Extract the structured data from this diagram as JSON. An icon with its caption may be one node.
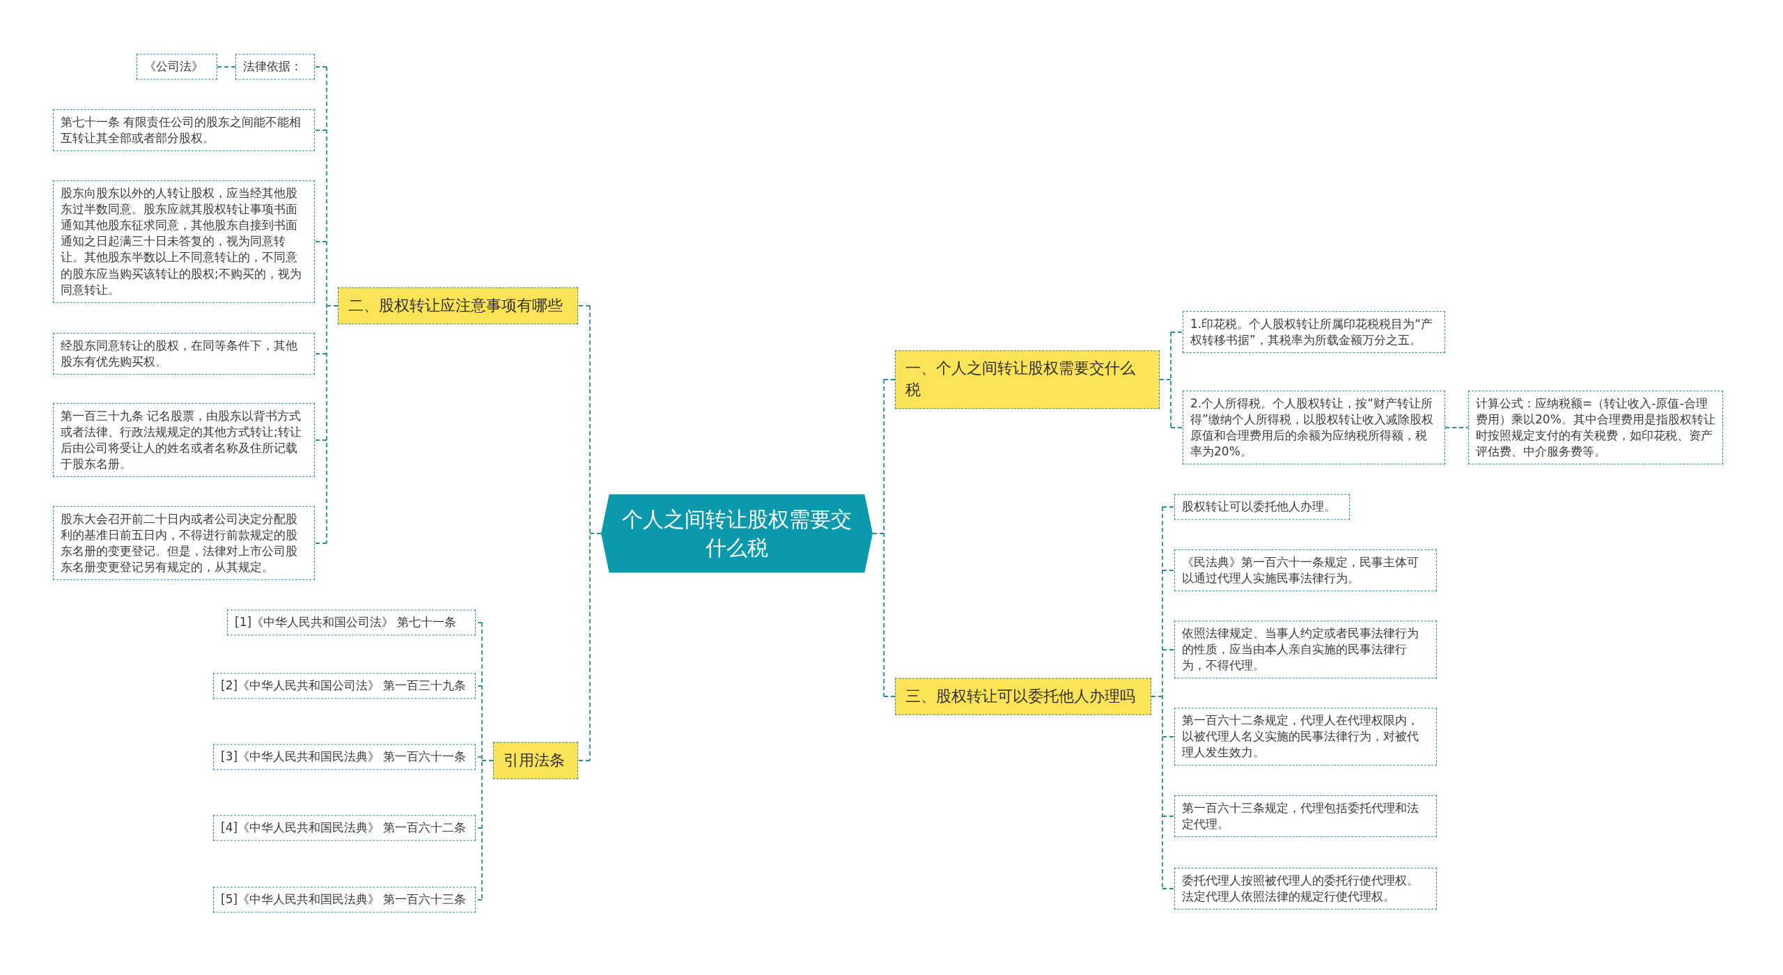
{
  "diagram": {
    "nodes": [
      {
        "text": [
          "个人之间转让股权需要交什么税"
        ]
      },
      {
        "text": [
          "一、个人之间转让股权需要交什么税"
        ]
      },
      {
        "text": [
          "1.印花税。个人股权转让所属印花税税目为“产权转移书据”，其税率为所载金额万分之五。"
        ]
      },
      {
        "text": [
          "2.个人所得税。个人股权转让，按“财产转让所得”缴纳个人所得税，以股权转让收入减除股权原值和合理费用后的余额为应纳税所得额，税率为20%。"
        ]
      },
      {
        "text": [
          "计算公式：应纳税额=（转让收入-原值-合理费用）乘以20%。其中合理费用是指股权转让时按照规定支付的有关税费，如印花税、资产评估费、中介服务费等。"
        ]
      },
      {
        "text": [
          "三、股权转让可以委托他人办理吗"
        ]
      },
      {
        "text": [
          "股权转让可以委托他人办理。"
        ]
      },
      {
        "text": [
          "《民法典》第一百六十一条规定，民事主体可以通过代理人实施民事法律行为。"
        ]
      },
      {
        "text": [
          "依照法律规定、当事人约定或者民事法律行为的性质，应当由本人亲自实施的民事法律行为，不得代理。"
        ]
      },
      {
        "text": [
          "第一百六十二条规定，代理人在代理权限内，以被代理人名义实施的民事法律行为，对被代理人发生效力。"
        ]
      },
      {
        "text": [
          "第一百六十三条规定，代理包括委托代理和法定代理。"
        ]
      },
      {
        "text": [
          "委托代理人按照被代理人的委托行使代理权。法定代理人依照法律的规定行使代理权。"
        ]
      },
      {
        "text": [
          "二、股权转让应注意事项有哪些"
        ]
      },
      {
        "text": [
          "法律依据："
        ]
      },
      {
        "text": [
          "《公司法》"
        ]
      },
      {
        "text": [
          "第七十一条 有限责任公司的股东之间能不能相互转让其全部或者部分股权。"
        ]
      },
      {
        "text": [
          "股东向股东以外的人转让股权，应当经其他股东过半数同意。股东应就其股权转让事项书面通知其他股东征求同意，其他股东自接到书面通知之日起满三十日未答复的，视为同意转让。其他股东半数以上不同意转让的，不同意的股东应当购买该转让的股权;不购买的，视为同意转让。"
        ]
      },
      {
        "text": [
          "经股东同意转让的股权，在同等条件下，其他股东有优先购买权。"
        ]
      },
      {
        "text": [
          "第一百三十九条 记名股票，由股东以背书方式或者法律、行政法规规定的其他方式转让;转让后由公司将受让人的姓名或者名称及住所记载于股东名册。"
        ]
      },
      {
        "text": [
          "股东大会召开前二十日内或者公司决定分配股利的基准日前五日内，不得进行前款规定的股东名册的变更登记。但是，法律对上市公司股东名册变更登记另有规定的，从其规定。"
        ]
      },
      {
        "text": [
          "引用法条"
        ]
      },
      {
        "text": [
          "[1]《中华人民共和国公司法》 第七十一条"
        ]
      },
      {
        "text": [
          "[2]《中华人民共和国公司法》 第一百三十九条"
        ]
      },
      {
        "text": [
          "[3]《中华人民共和国民法典》 第一百六十一条"
        ]
      },
      {
        "text": [
          "[4]《中华人民共和国民法典》 第一百六十二条"
        ]
      },
      {
        "text": [
          "[5]《中华人民共和国民法典》 第一百六十三条"
        ]
      }
    ],
    "edges": [
      {
        "from": 0,
        "to": 1,
        "arrow": "none",
        "style": "dashed"
      },
      {
        "from": 1,
        "to": 2,
        "arrow": "none",
        "style": "dashed"
      },
      {
        "from": 1,
        "to": 3,
        "arrow": "none",
        "style": "dashed"
      },
      {
        "from": 3,
        "to": 4,
        "arrow": "none",
        "style": "dashed"
      },
      {
        "from": 0,
        "to": 5,
        "arrow": "none",
        "style": "dashed"
      },
      {
        "from": 5,
        "to": 6,
        "arrow": "none",
        "style": "dashed"
      },
      {
        "from": 5,
        "to": 7,
        "arrow": "none",
        "style": "dashed"
      },
      {
        "from": 5,
        "to": 8,
        "arrow": "none",
        "style": "dashed"
      },
      {
        "from": 5,
        "to": 9,
        "arrow": "none",
        "style": "dashed"
      },
      {
        "from": 5,
        "to": 10,
        "arrow": "none",
        "style": "dashed"
      },
      {
        "from": 5,
        "to": 11,
        "arrow": "none",
        "style": "dashed"
      },
      {
        "from": 0,
        "to": 12,
        "arrow": "none",
        "style": "dashed"
      },
      {
        "from": 12,
        "to": 13,
        "arrow": "none",
        "style": "dashed"
      },
      {
        "from": 13,
        "to": 14,
        "arrow": "none",
        "style": "dashed"
      },
      {
        "from": 12,
        "to": 15,
        "arrow": "none",
        "style": "dashed"
      },
      {
        "from": 12,
        "to": 16,
        "arrow": "none",
        "style": "dashed"
      },
      {
        "from": 12,
        "to": 17,
        "arrow": "none",
        "style": "dashed"
      },
      {
        "from": 12,
        "to": 18,
        "arrow": "none",
        "style": "dashed"
      },
      {
        "from": 12,
        "to": 19,
        "arrow": "none",
        "style": "dashed"
      },
      {
        "from": 0,
        "to": 20,
        "arrow": "none",
        "style": "dashed"
      },
      {
        "from": 20,
        "to": 21,
        "arrow": "none",
        "style": "dashed"
      },
      {
        "from": 20,
        "to": 22,
        "arrow": "none",
        "style": "dashed"
      },
      {
        "from": 20,
        "to": 23,
        "arrow": "none",
        "style": "dashed"
      },
      {
        "from": 20,
        "to": 24,
        "arrow": "none",
        "style": "dashed"
      },
      {
        "from": 20,
        "to": 25,
        "arrow": "none",
        "style": "dashed"
      }
    ]
  }
}
